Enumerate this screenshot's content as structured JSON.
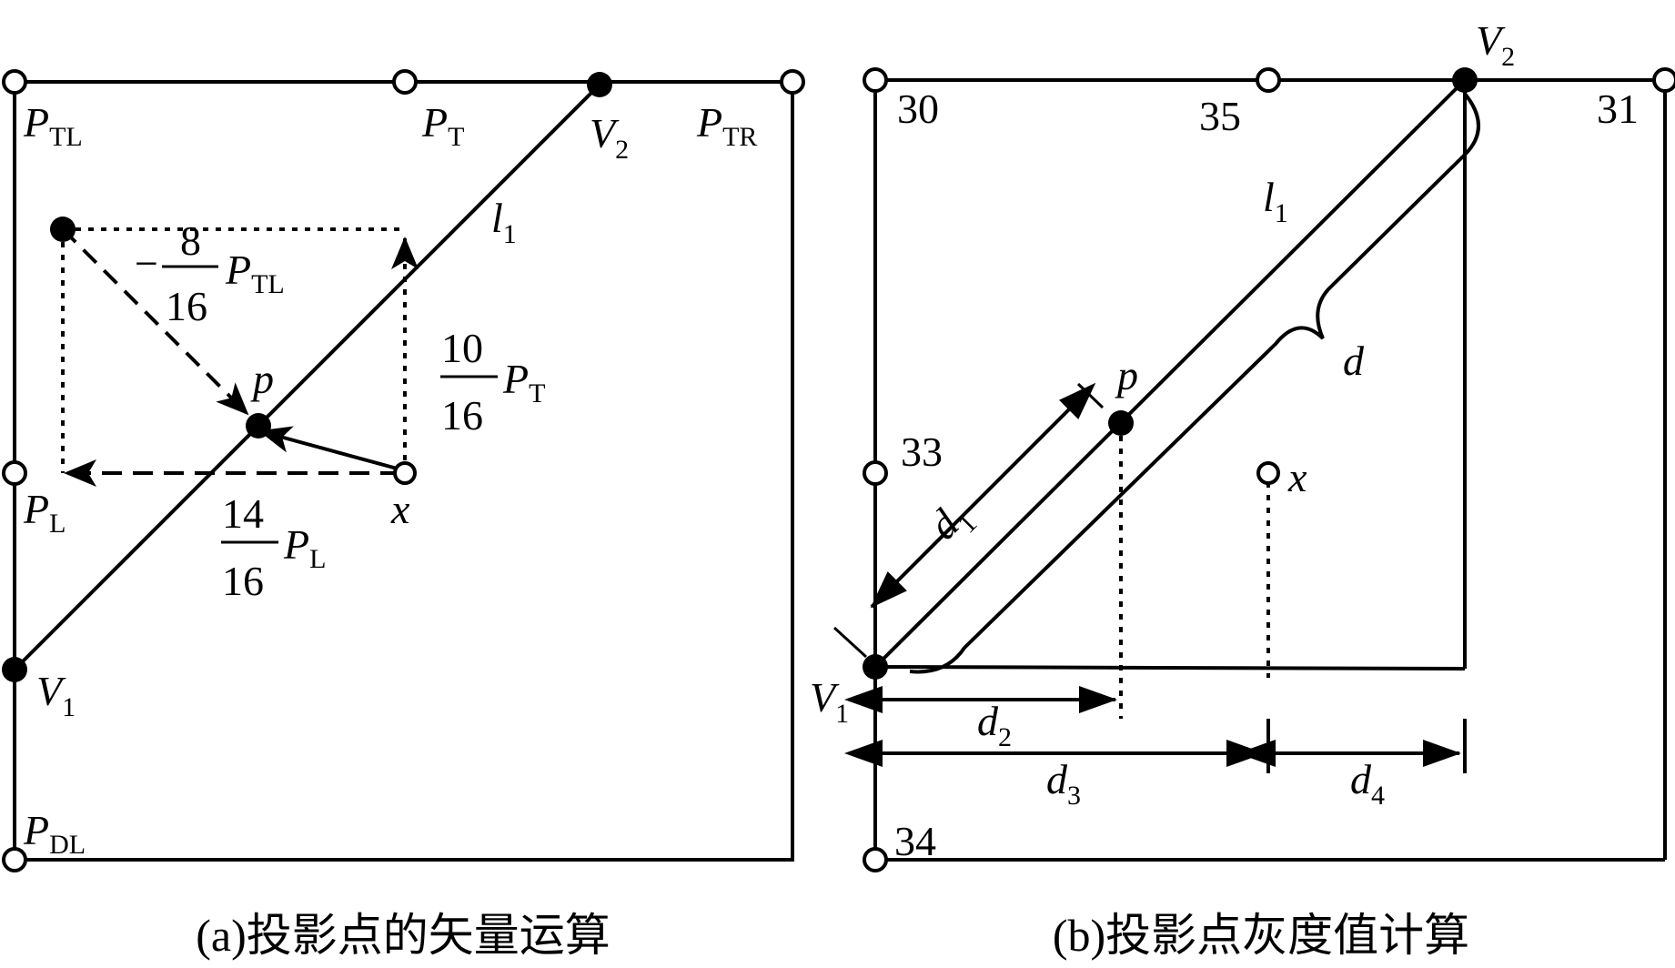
{
  "diagram_a": {
    "caption": "(a)投影点的矢量运算",
    "labels": {
      "P_TL": {
        "main": "P",
        "sub": "TL"
      },
      "P_T": {
        "main": "P",
        "sub": "T"
      },
      "P_TR": {
        "main": "P",
        "sub": "TR"
      },
      "P_L": {
        "main": "P",
        "sub": "L"
      },
      "P_DL": {
        "main": "P",
        "sub": "DL"
      },
      "V1": {
        "main": "V",
        "sub": "1"
      },
      "V2": {
        "main": "V",
        "sub": "2"
      },
      "l1": {
        "main": "l",
        "sub": "1"
      },
      "p": "p",
      "x": "x"
    },
    "coefficients": {
      "tl": {
        "sign": "−",
        "num": "8",
        "den": "16",
        "P": "P",
        "sub": "TL"
      },
      "t": {
        "num": "10",
        "den": "16",
        "P": "P",
        "sub": "T"
      },
      "l": {
        "num": "14",
        "den": "16",
        "P": "P",
        "sub": "L"
      }
    }
  },
  "diagram_b": {
    "caption": "(b)投影点灰度值计算",
    "gray_values": {
      "top_left": "30",
      "top_mid": "35",
      "top_right": "31",
      "mid_left": "33",
      "bottom_left": "34"
    },
    "labels": {
      "V1": {
        "main": "V",
        "sub": "1"
      },
      "V2": {
        "main": "V",
        "sub": "2"
      },
      "l1": {
        "main": "l",
        "sub": "1"
      },
      "p": "p",
      "x": "x",
      "d": "d",
      "d1": {
        "main": "d",
        "sub": "1"
      },
      "d2": {
        "main": "d",
        "sub": "2"
      },
      "d3": {
        "main": "d",
        "sub": "3"
      },
      "d4": {
        "main": "d",
        "sub": "4"
      }
    }
  },
  "colors": {
    "ink": "#000000",
    "paper": "#ffffff"
  }
}
